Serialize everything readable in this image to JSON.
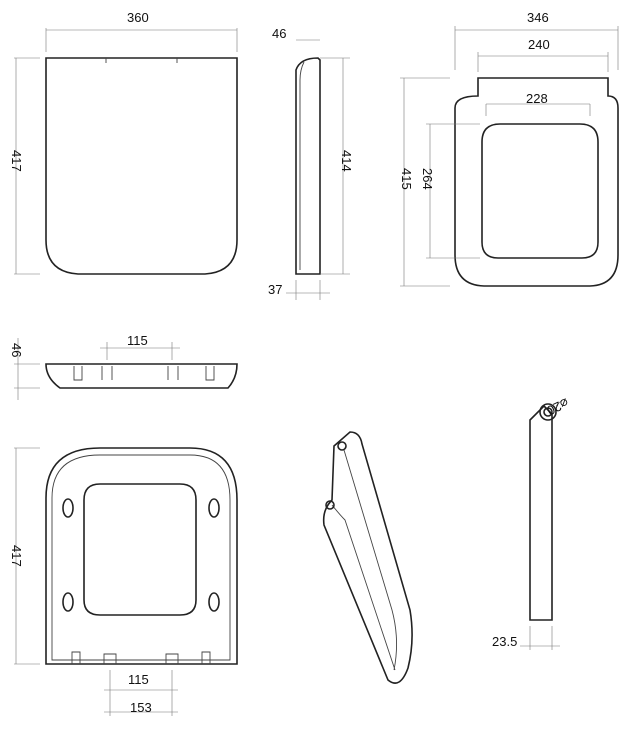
{
  "dimensions": {
    "top_width": "360",
    "top_height": "417",
    "side_thickness": "46",
    "side_height": "414",
    "side_base": "37",
    "seat_outer_width": "346",
    "seat_hinge_width": "240",
    "seat_inner_width": "228",
    "seat_inner_height": "264",
    "seat_height": "415",
    "rear_height": "46",
    "rear_hinge_spacing": "115",
    "bottom_height": "417",
    "bottom_hinge_spacing": "115",
    "bottom_hinge_outer": "153",
    "hinge_diameter": "⌀20",
    "hinge_offset": "23.5"
  }
}
